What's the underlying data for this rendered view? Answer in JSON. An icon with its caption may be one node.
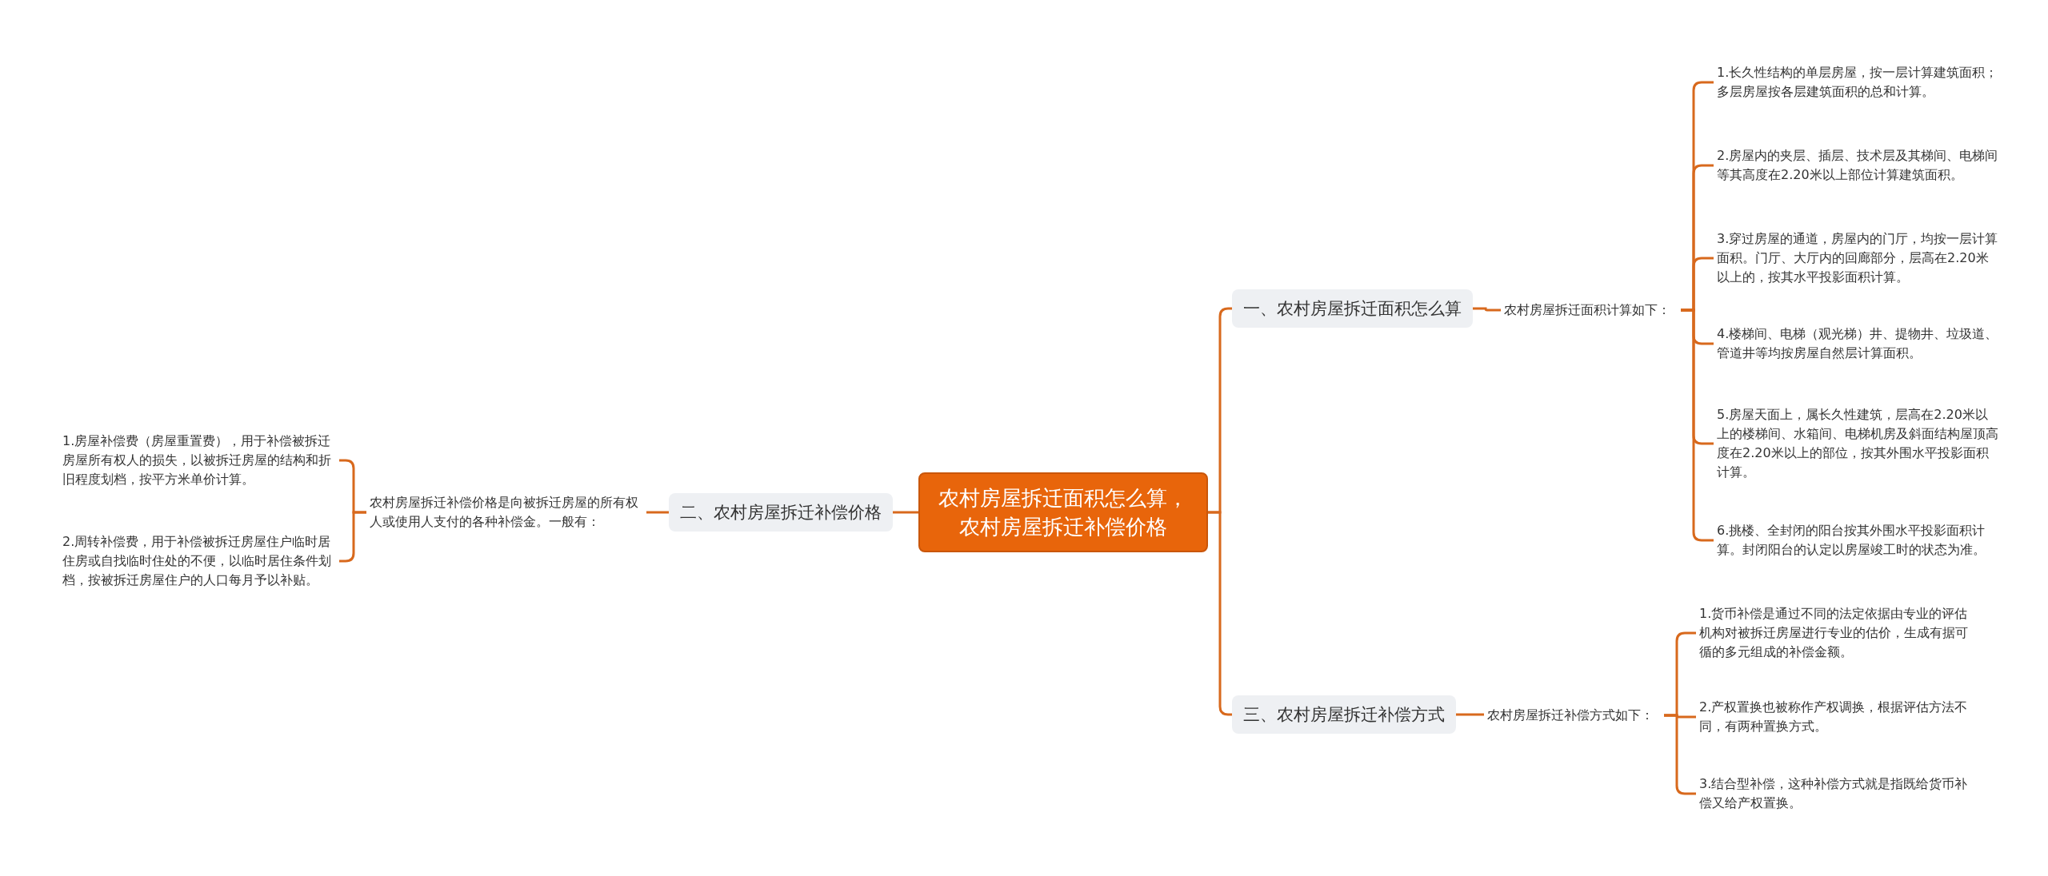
{
  "diagram": {
    "nodes": [
      {
        "text": [
          "农村房屋拆迁面积怎么算，农村房屋拆迁补偿价格"
        ]
      },
      {
        "text": [
          "一、农村房屋拆迁面积怎么算"
        ]
      },
      {
        "text": [
          "农村房屋拆迁面积计算如下："
        ]
      },
      {
        "text": [
          "1.长久性结构的单层房屋，按一层计算建筑面积；多层房屋按各层建筑面积的总和计算。"
        ]
      },
      {
        "text": [
          "2.房屋内的夹层、插层、技术层及其梯间、电梯间等其高度在2.20米以上部位计算建筑面积。"
        ]
      },
      {
        "text": [
          "3.穿过房屋的通道，房屋内的门厅，均按一层计算面积。门厅、大厅内的回廊部分，层高在2.20米以上的，按其水平投影面积计算。"
        ]
      },
      {
        "text": [
          "4.楼梯间、电梯（观光梯）井、提物井、垃圾道、管道井等均按房屋自然层计算面积。"
        ]
      },
      {
        "text": [
          "5.房屋天面上，属长久性建筑，层高在2.20米以上的楼梯间、水箱间、电梯机房及斜面结构屋顶高度在2.20米以上的部位，按其外围水平投影面积计算。"
        ]
      },
      {
        "text": [
          "6.挑楼、全封闭的阳台按其外围水平投影面积计算。封闭阳台的认定以房屋竣工时的状态为准。"
        ]
      },
      {
        "text": [
          "三、农村房屋拆迁补偿方式"
        ]
      },
      {
        "text": [
          "农村房屋拆迁补偿方式如下："
        ]
      },
      {
        "text": [
          "1.货币补偿是通过不同的法定依据由专业的评估机构对被拆迁房屋进行专业的估价，生成有据可循的多元组成的补偿金额。"
        ]
      },
      {
        "text": [
          "2.产权置换也被称作产权调换，根据评估方法不同，有两种置换方式。"
        ]
      },
      {
        "text": [
          "3.结合型补偿，这种补偿方式就是指既给货币补偿又给产权置换。"
        ]
      },
      {
        "text": [
          "二、农村房屋拆迁补偿价格"
        ]
      },
      {
        "text": [
          "农村房屋拆迁补偿价格是向被拆迁房屋的所有权人或使用人支付的各种补偿金。一般有："
        ]
      },
      {
        "text": [
          "1.房屋补偿费（房屋重置费），用于补偿被拆迁房屋所有权人的损失，以被拆迁房屋的结构和折旧程度划档，按平方米单价计算。"
        ]
      },
      {
        "text": [
          "2.周转补偿费，用于补偿被拆迁房屋住户临时居住房或自找临时住处的不便，以临时居住条件划档，按被拆迁房屋住户的人口每月予以补贴。"
        ]
      }
    ],
    "edges": [
      {
        "from": 0,
        "to": 1,
        "arrow": "none"
      },
      {
        "from": 1,
        "to": 2,
        "arrow": "none"
      },
      {
        "from": 2,
        "to": 3,
        "arrow": "none"
      },
      {
        "from": 2,
        "to": 4,
        "arrow": "none"
      },
      {
        "from": 2,
        "to": 5,
        "arrow": "none"
      },
      {
        "from": 2,
        "to": 6,
        "arrow": "none"
      },
      {
        "from": 2,
        "to": 7,
        "arrow": "none"
      },
      {
        "from": 2,
        "to": 8,
        "arrow": "none"
      },
      {
        "from": 0,
        "to": 9,
        "arrow": "none"
      },
      {
        "from": 9,
        "to": 10,
        "arrow": "none"
      },
      {
        "from": 10,
        "to": 11,
        "arrow": "none"
      },
      {
        "from": 10,
        "to": 12,
        "arrow": "none"
      },
      {
        "from": 10,
        "to": 13,
        "arrow": "none"
      },
      {
        "from": 0,
        "to": 14,
        "arrow": "none"
      },
      {
        "from": 14,
        "to": 15,
        "arrow": "none"
      },
      {
        "from": 15,
        "to": 16,
        "arrow": "none"
      },
      {
        "from": 15,
        "to": 17,
        "arrow": "none"
      }
    ]
  }
}
